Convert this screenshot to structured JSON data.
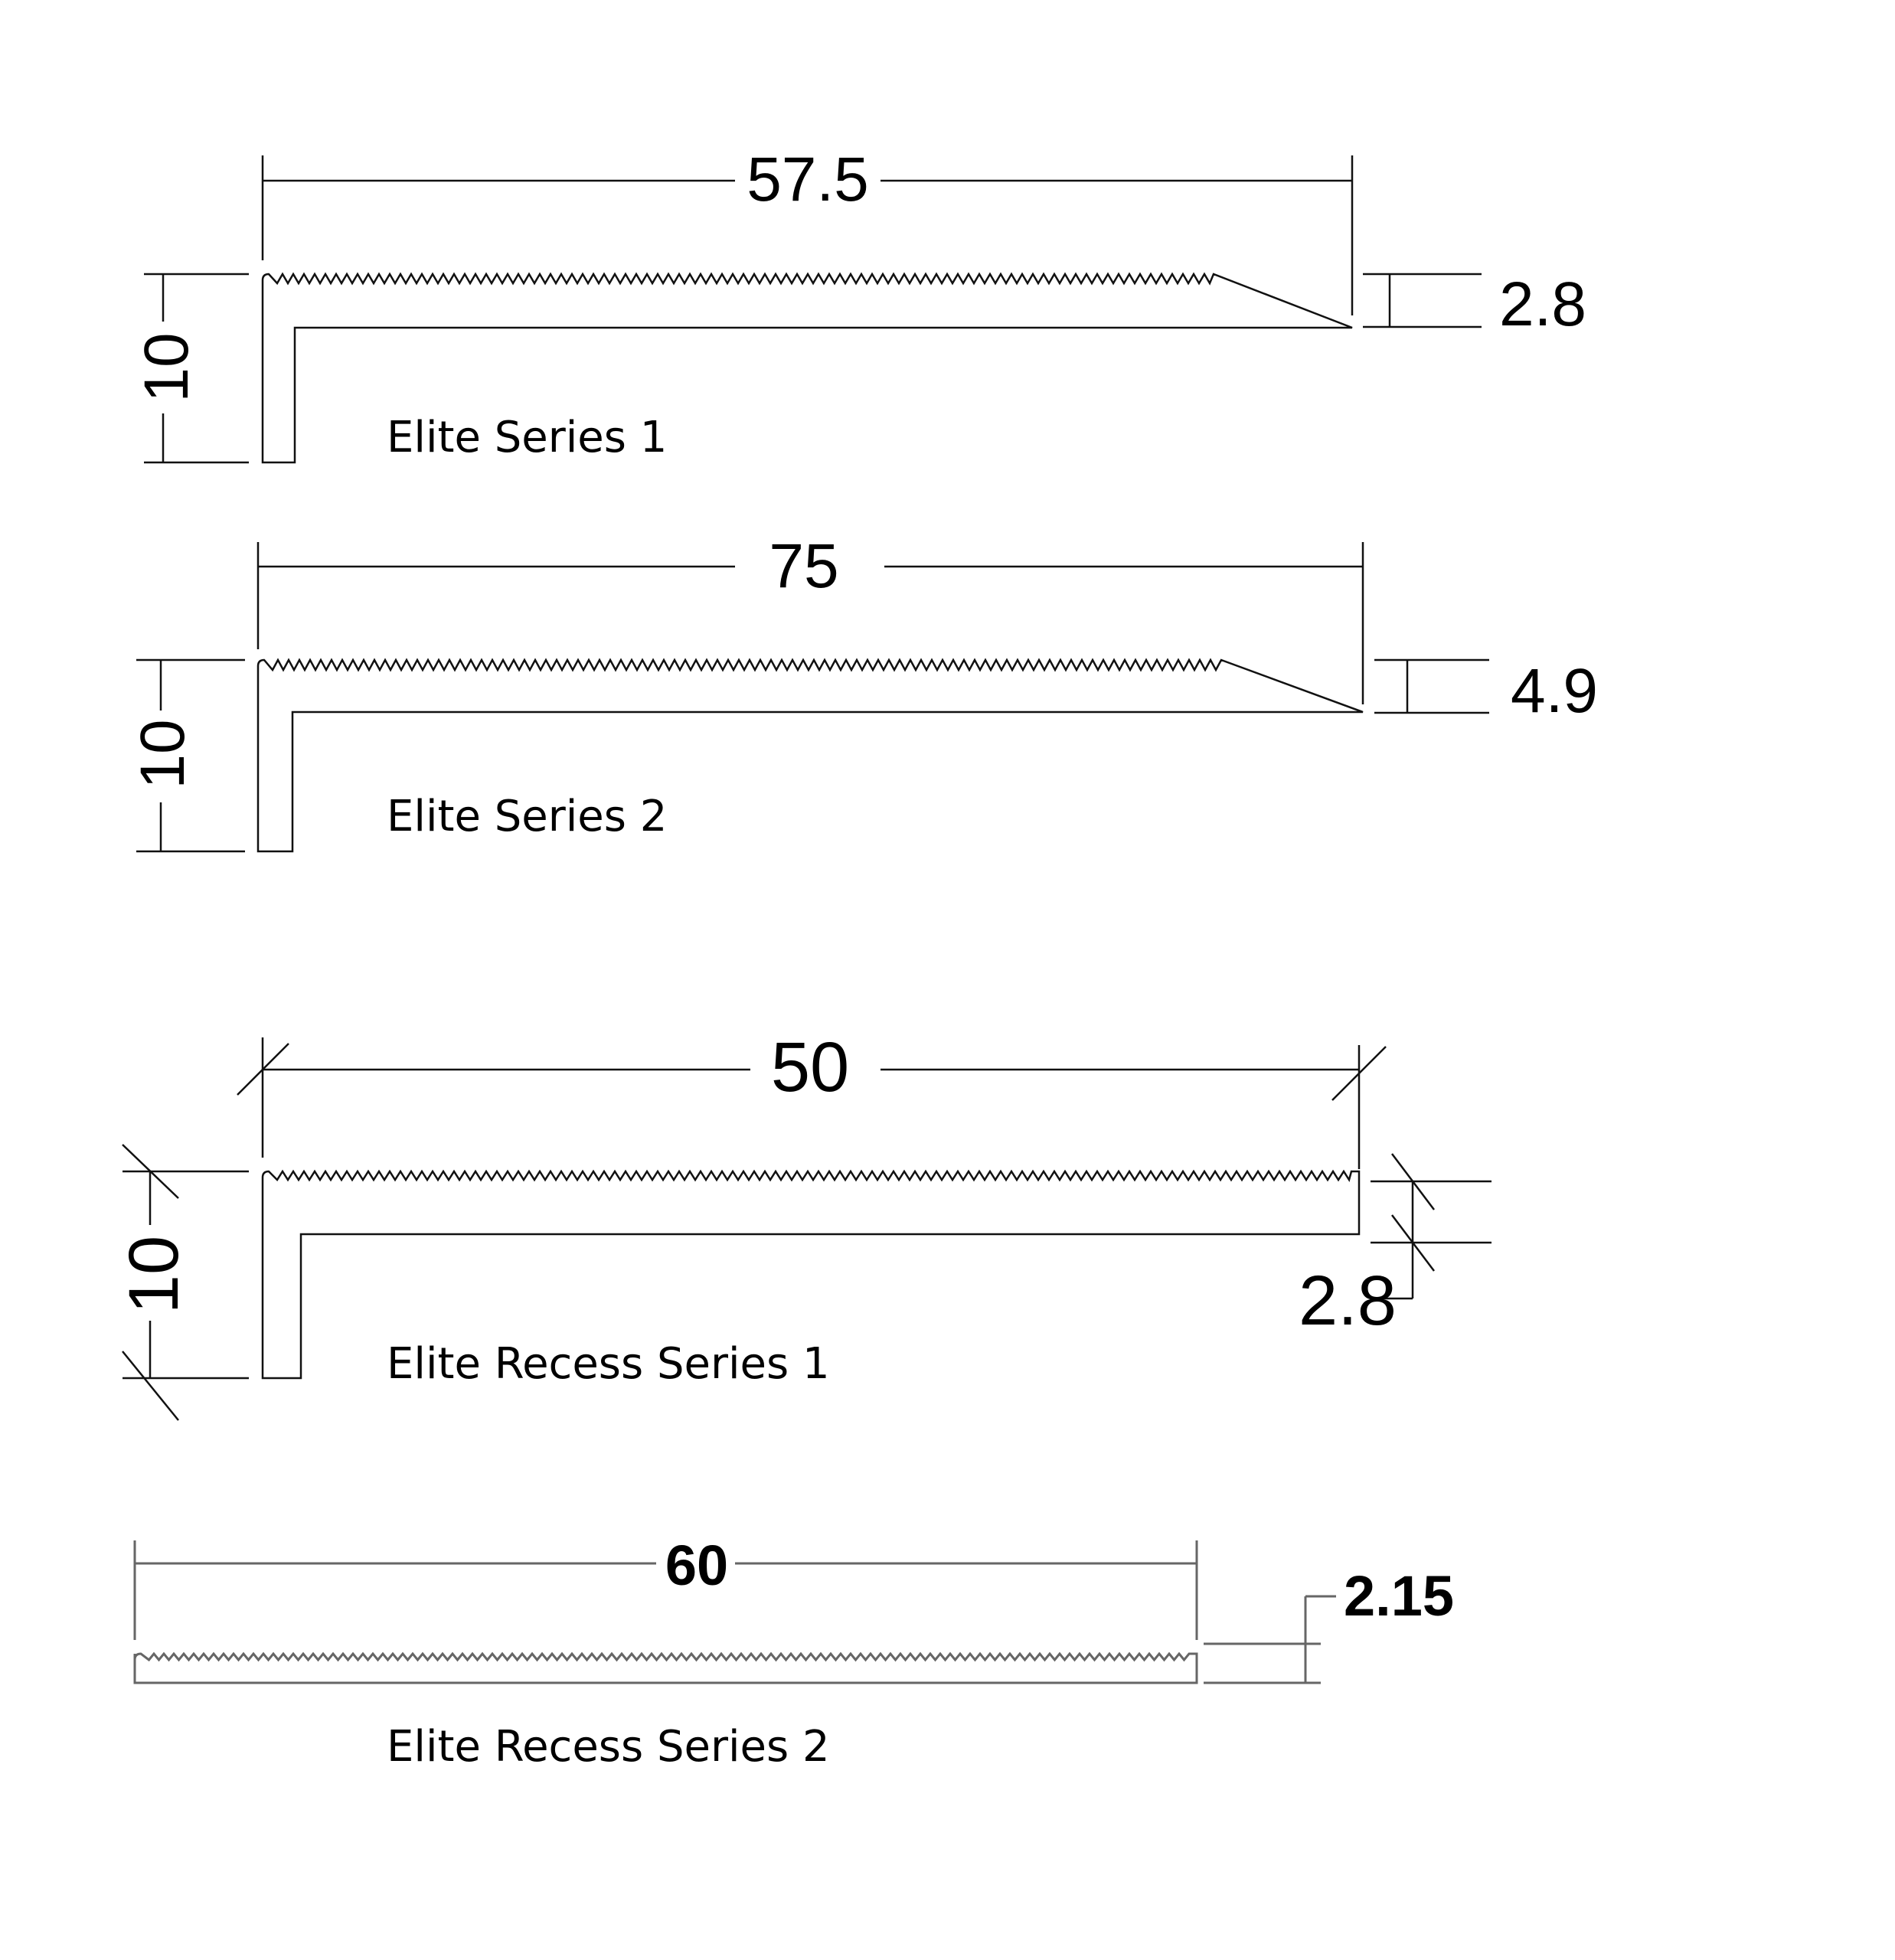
{
  "diagram": {
    "profiles": [
      {
        "name": "Elite Series 1",
        "width_dim": "57.5",
        "height_dim": "10",
        "tip_dim": "2.8"
      },
      {
        "name": "Elite Series 2",
        "width_dim": "75",
        "height_dim": "10",
        "tip_dim": "4.9"
      },
      {
        "name": "Elite Recess Series 1",
        "width_dim": "50",
        "height_dim": "10",
        "tip_dim": "2.8"
      },
      {
        "name": "Elite Recess Series 2",
        "width_dim": "60",
        "tip_dim": "2.15"
      }
    ],
    "colors": {
      "line": "#111111",
      "line_gray": "#666666",
      "background": "#ffffff"
    }
  }
}
